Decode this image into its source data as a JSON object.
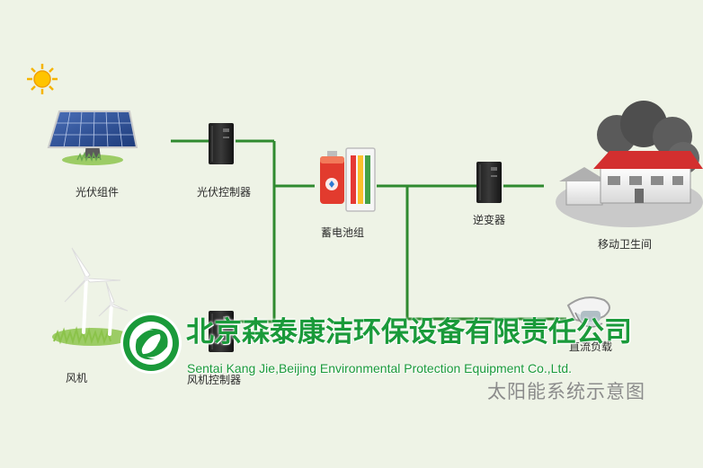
{
  "labels": {
    "pv_module": "光伏组件",
    "pv_controller": "光伏控制器",
    "battery": "蓄电池组",
    "inverter": "逆变器",
    "mobile_toilet": "移动卫生间",
    "dc_load": "直流负载",
    "wind_turbine": "风机",
    "wind_controller": "风机控制器"
  },
  "diagram_title": "太阳能系统示意图",
  "watermark": {
    "company_cn": "北京森泰康洁环保设备有限责任公司",
    "company_en": "Sentai Kang Jie,Beijing Environmental Protection Equipment Co.,Ltd."
  },
  "colors": {
    "background": "#eef3e6",
    "connector": "#2f8a2f",
    "brand_green": "#1a9a3a"
  }
}
